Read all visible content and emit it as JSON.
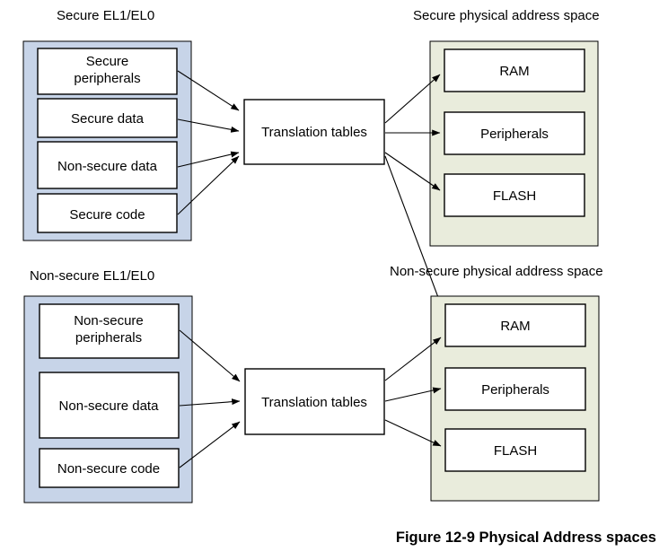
{
  "figure": {
    "caption": "Figure 12-9 Physical Address spaces"
  },
  "groups": {
    "secure_el": {
      "label": "Secure EL1/EL0",
      "boxes": [
        {
          "line1": "Secure",
          "line2": "peripherals"
        },
        {
          "line1": "Secure data",
          "line2": ""
        },
        {
          "line1": "Non-secure data",
          "line2": ""
        },
        {
          "line1": "Secure code",
          "line2": ""
        }
      ]
    },
    "nonsecure_el": {
      "label": "Non-secure EL1/EL0",
      "boxes": [
        {
          "line1": "Non-secure",
          "line2": "peripherals"
        },
        {
          "line1": "Non-secure data",
          "line2": ""
        },
        {
          "line1": "Non-secure code",
          "line2": ""
        }
      ]
    },
    "secure_phys": {
      "label": "Secure physical address space",
      "boxes": [
        {
          "line1": "RAM",
          "line2": ""
        },
        {
          "line1": "Peripherals",
          "line2": ""
        },
        {
          "line1": "FLASH",
          "line2": ""
        }
      ]
    },
    "nonsecure_phys": {
      "label": "Non-secure physical address space",
      "boxes": [
        {
          "line1": "RAM",
          "line2": ""
        },
        {
          "line1": "Peripherals",
          "line2": ""
        },
        {
          "line1": "FLASH",
          "line2": ""
        }
      ]
    }
  },
  "translation": {
    "top_label": "Translation tables",
    "bottom_label": "Translation tables"
  },
  "colors": {
    "secure_fill": "#c7d4e8",
    "physical_fill": "#e9ecdc",
    "box_fill": "#ffffff",
    "stroke": "#000000",
    "background": "#ffffff"
  }
}
